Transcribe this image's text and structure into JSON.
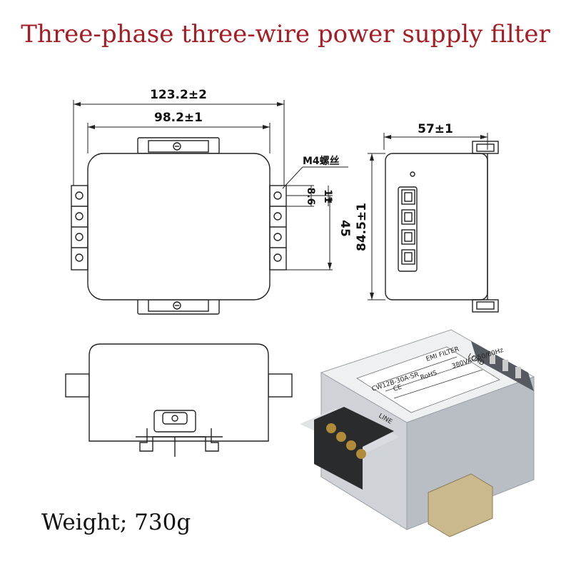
{
  "title": "Three-phase three-wire power supply filter",
  "weight": "Weight; 730g",
  "dims": {
    "overall_width": "123.2±2",
    "body_width": "98.2±1",
    "screw": "M4螺丝",
    "terminal_pitch": "8.6",
    "terminal_offset": "11",
    "terminal_span": "45",
    "height": "84.5±1",
    "depth": "57±1"
  },
  "product_label": {
    "brand": "EMI FILTER",
    "model": "CW12B-30A-SR",
    "rohs": "RoHS",
    "ce": "CE",
    "rating": "380VAC 50/60Hz",
    "line": "LINE",
    "load": "LOAD"
  }
}
